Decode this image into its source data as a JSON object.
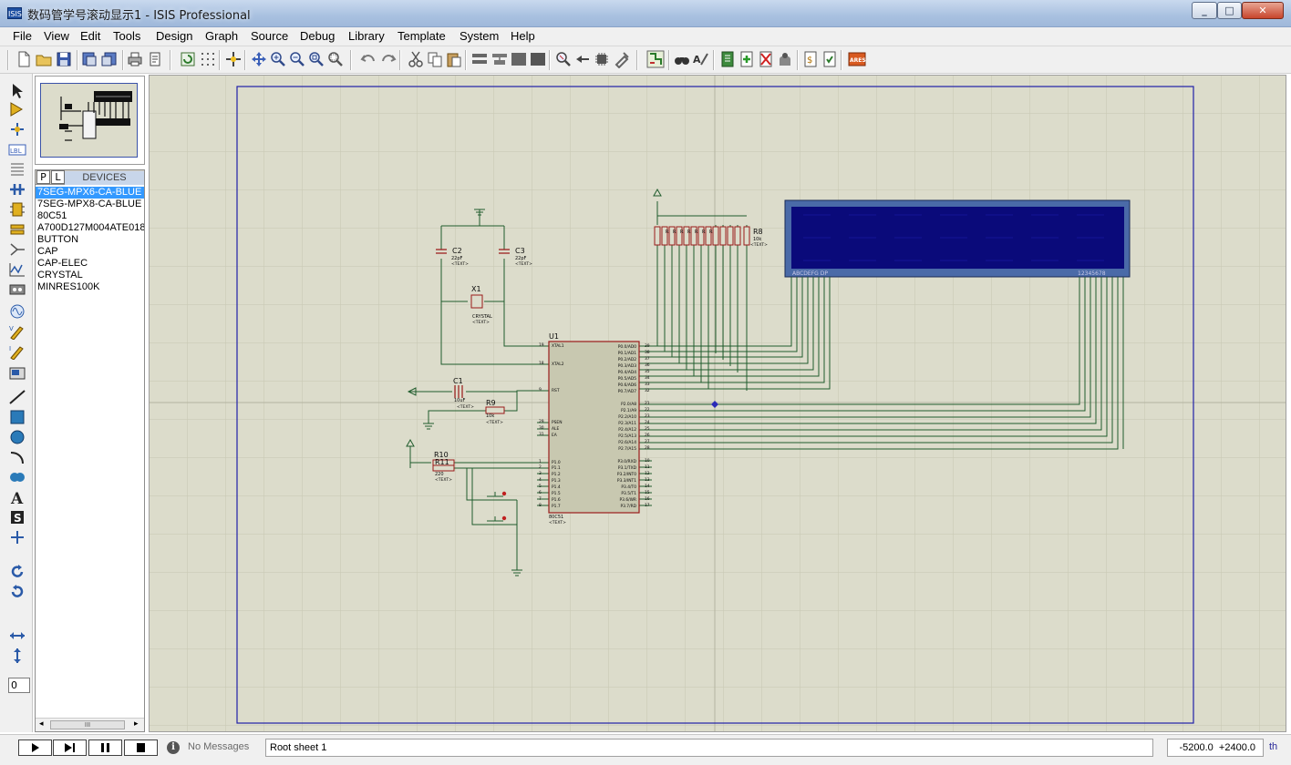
{
  "window": {
    "title": "数码管学号滚动显示1 - ISIS Professional",
    "app_icon_text": "ISIS"
  },
  "menu": [
    "File",
    "Edit",
    "View",
    "Tools",
    "Design",
    "Graph",
    "Source",
    "Debug",
    "Library",
    "Template",
    "System",
    "Help"
  ],
  "toolbar_icons": [
    "new-file-icon",
    "open-file-icon",
    "save-icon",
    "import-section-icon",
    "export-section-icon",
    "print-icon",
    "print-area-icon",
    "redraw-icon",
    "grid-icon",
    "origin-icon",
    "pan-icon",
    "zoom-in-icon",
    "zoom-out-icon",
    "zoom-all-icon",
    "zoom-area-icon",
    "undo-icon",
    "redo-icon",
    "cut-icon",
    "copy-icon",
    "paste-icon",
    "block-copy-icon",
    "block-move-icon",
    "block-rotate-icon",
    "block-delete-icon",
    "pick-device-icon",
    "make-device-icon",
    "package-tool-icon",
    "decompose-icon",
    "wire-autorouter-icon",
    "search-tag-icon",
    "property-tool-icon",
    "new-sheet-icon",
    "add-sheet-icon",
    "remove-sheet-icon",
    "goto-parent-icon",
    "bill-of-materials-icon",
    "electrical-check-icon",
    "ares-netlist-icon"
  ],
  "left_tools": [
    "selection-mode-icon",
    "component-mode-icon",
    "junction-dot-icon",
    "wire-label-icon",
    "text-script-icon",
    "buses-icon",
    "subcircuit-icon",
    "terminals-icon",
    "device-pins-icon",
    "graph-mode-icon",
    "tape-recorder-icon",
    "generator-icon",
    "voltage-probe-icon",
    "current-probe-icon",
    "virtual-instruments-icon",
    "line-icon",
    "box-icon",
    "circle-icon",
    "arc-icon",
    "path-icon",
    "text-icon",
    "symbol-icon",
    "marker-icon",
    "rotate-cw-icon",
    "rotate-ccw-icon",
    "mirror-x-icon",
    "mirror-y-icon"
  ],
  "zoom_value": "0",
  "device_panel": {
    "tab_p": "P",
    "tab_l": "L",
    "title": "DEVICES",
    "items": [
      "7SEG-MPX6-CA-BLUE",
      "7SEG-MPX8-CA-BLUE",
      "80C51",
      "A700D127M004ATE018",
      "BUTTON",
      "CAP",
      "CAP-ELEC",
      "CRYSTAL",
      "MINRES100K"
    ],
    "selected": "7SEG-MPX6-CA-BLUE",
    "scroll_mid": "III"
  },
  "schematic": {
    "mcu": {
      "ref": "U1",
      "part": "80C51",
      "text_tag": "<TEXT>",
      "left_pins": [
        {
          "num": "19",
          "name": "XTAL1"
        },
        {
          "num": "18",
          "name": "XTAL2"
        },
        {
          "num": "9",
          "name": "RST"
        },
        {
          "num": "29",
          "name": "PSEN"
        },
        {
          "num": "30",
          "name": "ALE"
        },
        {
          "num": "31",
          "name": "EA"
        },
        {
          "num": "1",
          "name": "P1.0"
        },
        {
          "num": "2",
          "name": "P1.1"
        },
        {
          "num": "3",
          "name": "P1.2"
        },
        {
          "num": "4",
          "name": "P1.3"
        },
        {
          "num": "5",
          "name": "P1.4"
        },
        {
          "num": "6",
          "name": "P1.5"
        },
        {
          "num": "7",
          "name": "P1.6"
        },
        {
          "num": "8",
          "name": "P1.7"
        }
      ],
      "right_pins": [
        {
          "num": "39",
          "name": "P0.0/AD0"
        },
        {
          "num": "38",
          "name": "P0.1/AD1"
        },
        {
          "num": "37",
          "name": "P0.2/AD2"
        },
        {
          "num": "36",
          "name": "P0.3/AD3"
        },
        {
          "num": "35",
          "name": "P0.4/AD4"
        },
        {
          "num": "34",
          "name": "P0.5/AD5"
        },
        {
          "num": "33",
          "name": "P0.6/AD6"
        },
        {
          "num": "32",
          "name": "P0.7/AD7"
        },
        {
          "num": "21",
          "name": "P2.0/A8"
        },
        {
          "num": "22",
          "name": "P2.1/A9"
        },
        {
          "num": "23",
          "name": "P2.2/A10"
        },
        {
          "num": "24",
          "name": "P2.3/A11"
        },
        {
          "num": "25",
          "name": "P2.4/A12"
        },
        {
          "num": "26",
          "name": "P2.5/A13"
        },
        {
          "num": "27",
          "name": "P2.6/A14"
        },
        {
          "num": "28",
          "name": "P2.7/A15"
        },
        {
          "num": "10",
          "name": "P3.0/RXD"
        },
        {
          "num": "11",
          "name": "P3.1/TXD"
        },
        {
          "num": "12",
          "name": "P3.2/INT0"
        },
        {
          "num": "13",
          "name": "P3.3/INT1"
        },
        {
          "num": "14",
          "name": "P3.4/T0"
        },
        {
          "num": "15",
          "name": "P3.5/T1"
        },
        {
          "num": "16",
          "name": "P3.6/WR"
        },
        {
          "num": "17",
          "name": "P3.7/RD"
        }
      ]
    },
    "c1": {
      "ref": "C1",
      "value": "10uF",
      "tag": "<TEXT>"
    },
    "c2": {
      "ref": "C2",
      "value": "22pF",
      "tag": "<TEXT>"
    },
    "c3": {
      "ref": "C3",
      "value": "22pF",
      "tag": "<TEXT>"
    },
    "x1": {
      "ref": "X1",
      "value": "CRYSTAL",
      "tag": "<TEXT>"
    },
    "r8": {
      "ref": "R8",
      "value": "10k",
      "tag": "<TEXT>"
    },
    "r9": {
      "ref": "R9",
      "value": "10k",
      "tag": "<TEXT>"
    },
    "r10": {
      "ref": "R10",
      "value": "220",
      "tag": "<TEXT>"
    },
    "r11": {
      "ref": "R11",
      "value": "220",
      "tag": "<TEXT>"
    },
    "rn_refs": [
      "R1",
      "R2",
      "R3",
      "R4",
      "R5",
      "R6",
      "R7",
      "R8"
    ],
    "display": {
      "segments_label": "ABCDEFG DP",
      "digits_label": "12345678"
    }
  },
  "status": {
    "messages": "No Messages",
    "sheet": "Root sheet 1",
    "coord_x": "-5200.0",
    "coord_y": "+2400.0",
    "units": "th"
  },
  "colors": {
    "canvas": "#dcdccb",
    "grid": "#c6c6b2",
    "wire": "#1f5c2c",
    "component_body": "#c8c8b0",
    "component_outline": "#9a1a1a",
    "display_bg": "#0a0a7a",
    "sheet_border": "#2020a8",
    "selected": "#3399ff"
  }
}
